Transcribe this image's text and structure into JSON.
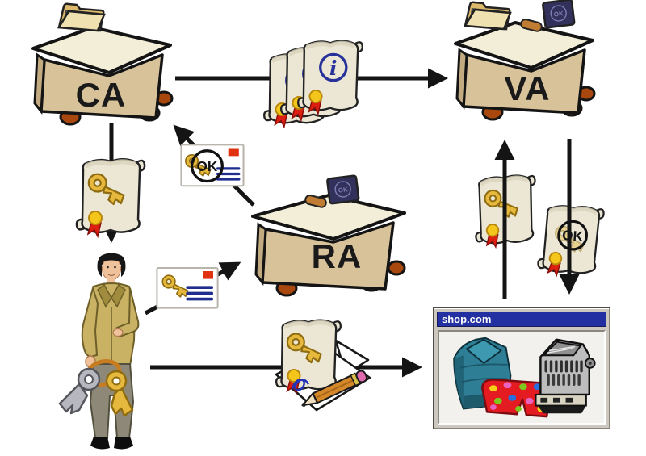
{
  "diagram": {
    "nodes": {
      "ca": {
        "label": "CA"
      },
      "va": {
        "label": "VA"
      },
      "ra": {
        "label": "RA"
      },
      "shop": {
        "title": "shop.com"
      }
    },
    "symbols": {
      "info": "i",
      "ok": "OK",
      "stamp_ok": "OK"
    },
    "colors": {
      "desk_front": "#d8c29a",
      "desk_side": "#c2ab80",
      "desk_top": "#f3eed8",
      "desk_feet": "#a8480f",
      "outline": "#141414",
      "scroll_paper": "#ebe7d4",
      "scroll_shade": "#d9d3bb",
      "seal_red": "#dc1f10",
      "seal_gold": "#f4c51a",
      "key_gold": "#e6b93e",
      "key_gold_dark": "#8f6c10",
      "key_silver": "#b7b7bf",
      "info_blue": "#27329b",
      "mail_line_blue": "#1f2d8f",
      "stamp_red": "#e03210",
      "stamp_face": "#31315c",
      "stamp_engrave": "#7d7db2",
      "stamp_handle": "#c07c32",
      "folder_tan": "#dcb96b",
      "folder_front": "#f0e2b0",
      "titlebar_blue": "#2230a2",
      "window_frame": "#ccc8c0",
      "window_content": "#f2f1ee",
      "shirt_teal": "#2e7e96",
      "shirt_teal_dark": "#1d5a6b",
      "shorts_red": "#e41b20",
      "jacket_tan": "#c9b264",
      "jacket_dark": "#a18c3e",
      "trousers_gray": "#8d8878",
      "skin": "#efc29c",
      "hair_black": "#161616",
      "register_gray": "#bdbdbd",
      "drawer_beige": "#d9d3c1",
      "pencil_orange": "#d4882a",
      "pencil_eraser": "#e06ab0",
      "ring_orange": "#c87c20",
      "signature_blue": "#2433b8",
      "arrow_black": "#141414"
    }
  }
}
